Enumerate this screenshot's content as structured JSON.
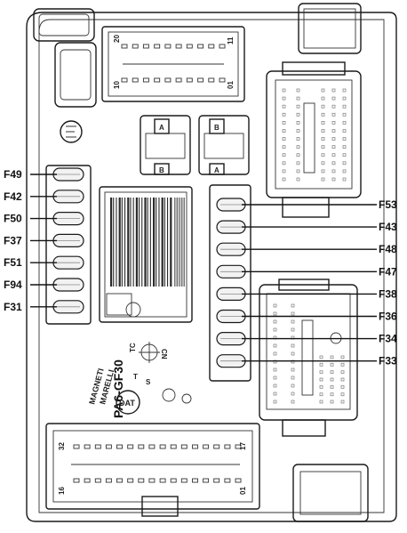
{
  "fuses": {
    "left": [
      {
        "id": "F49"
      },
      {
        "id": "F42"
      },
      {
        "id": "F50"
      },
      {
        "id": "F37"
      },
      {
        "id": "F51"
      },
      {
        "id": "F94"
      },
      {
        "id": "F31"
      }
    ],
    "right": [
      {
        "id": "F53"
      },
      {
        "id": "F43"
      },
      {
        "id": "F48"
      },
      {
        "id": "F47"
      },
      {
        "id": "F38"
      },
      {
        "id": "F36"
      },
      {
        "id": "F34"
      },
      {
        "id": "F33"
      }
    ]
  },
  "markings": {
    "material": "PA6-GF30",
    "brand_line1": "MAGNETI",
    "brand_line2": "MARELLI",
    "dat": "DAT",
    "tc": "TC",
    "t": "T",
    "s": "S",
    "cn": "CN",
    "relay_a": "A",
    "relay_b": "B"
  },
  "connectors": {
    "top_pin_first": "20",
    "top_pin_last": "11",
    "top_pin_low_first": "10",
    "top_pin_low_last": "01",
    "bottom_pin_first": "32",
    "bottom_pin_last": "17",
    "bottom_pin_low_first": "16",
    "bottom_pin_low_last": "01"
  }
}
